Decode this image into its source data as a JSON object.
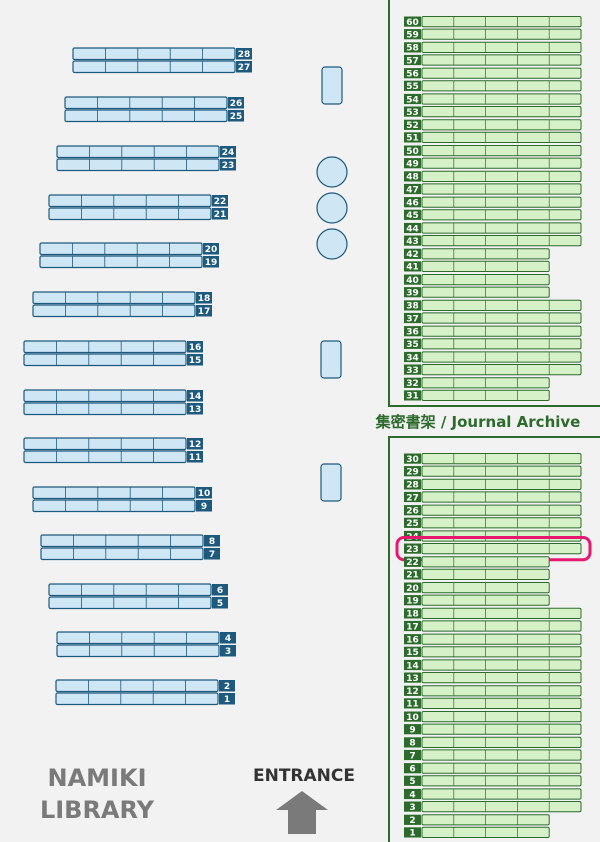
{
  "library": {
    "name_line1": "NAMIKI",
    "name_line2": "LIBRARY",
    "entrance_label": "ENTRANCE"
  },
  "journal_archive": {
    "label": "集密書架 / Journal Archive"
  },
  "colors": {
    "background": "#f2f2f2",
    "general_shelf_fill": "#cfe6f5",
    "general_shelf_stroke": "#1e5a7d",
    "general_label_bg": "#1e5a7d",
    "archive_shelf_fill": "#d6f0c8",
    "archive_shelf_stroke": "#2d6b2d",
    "archive_label_bg": "#2d6b2d",
    "archive_wall": "#2d6b2d",
    "highlight": "#e6176e",
    "arrow": "#7a7a7a",
    "library_name": "#7a7a7a"
  },
  "general_shelves": [
    {
      "pair": [
        "28",
        "27"
      ]
    },
    {
      "pair": [
        "26",
        "25"
      ]
    },
    {
      "pair": [
        "24",
        "23"
      ]
    },
    {
      "pair": [
        "22",
        "21"
      ]
    },
    {
      "pair": [
        "20",
        "19"
      ]
    },
    {
      "pair": [
        "18",
        "17"
      ]
    },
    {
      "pair": [
        "16",
        "15"
      ]
    },
    {
      "pair": [
        "14",
        "13"
      ]
    },
    {
      "pair": [
        "12",
        "11"
      ]
    },
    {
      "pair": [
        "10",
        "9"
      ]
    },
    {
      "pair": [
        "8",
        "7"
      ]
    },
    {
      "pair": [
        "6",
        "5"
      ]
    },
    {
      "pair": [
        "4",
        "3"
      ]
    },
    {
      "pair": [
        "2",
        "1"
      ]
    }
  ],
  "archive_upper": [
    "60",
    "59",
    "58",
    "57",
    "56",
    "55",
    "54",
    "53",
    "52",
    "51",
    "50",
    "49",
    "48",
    "47",
    "46",
    "45",
    "44",
    "43",
    "42",
    "41",
    "40",
    "39",
    "38",
    "37",
    "36",
    "35",
    "34",
    "33",
    "32",
    "31"
  ],
  "archive_lower": [
    "30",
    "29",
    "28",
    "27",
    "26",
    "25",
    "24",
    "23",
    "22",
    "21",
    "20",
    "19",
    "18",
    "17",
    "16",
    "15",
    "14",
    "13",
    "12",
    "11",
    "10",
    "9",
    "8",
    "7",
    "6",
    "5",
    "4",
    "3",
    "2",
    "1"
  ],
  "highlighted_archive_shelf": "23",
  "furniture": [
    {
      "kind": "table"
    },
    {
      "kind": "round-table"
    },
    {
      "kind": "round-table"
    },
    {
      "kind": "round-table"
    },
    {
      "kind": "table"
    },
    {
      "kind": "table"
    }
  ]
}
